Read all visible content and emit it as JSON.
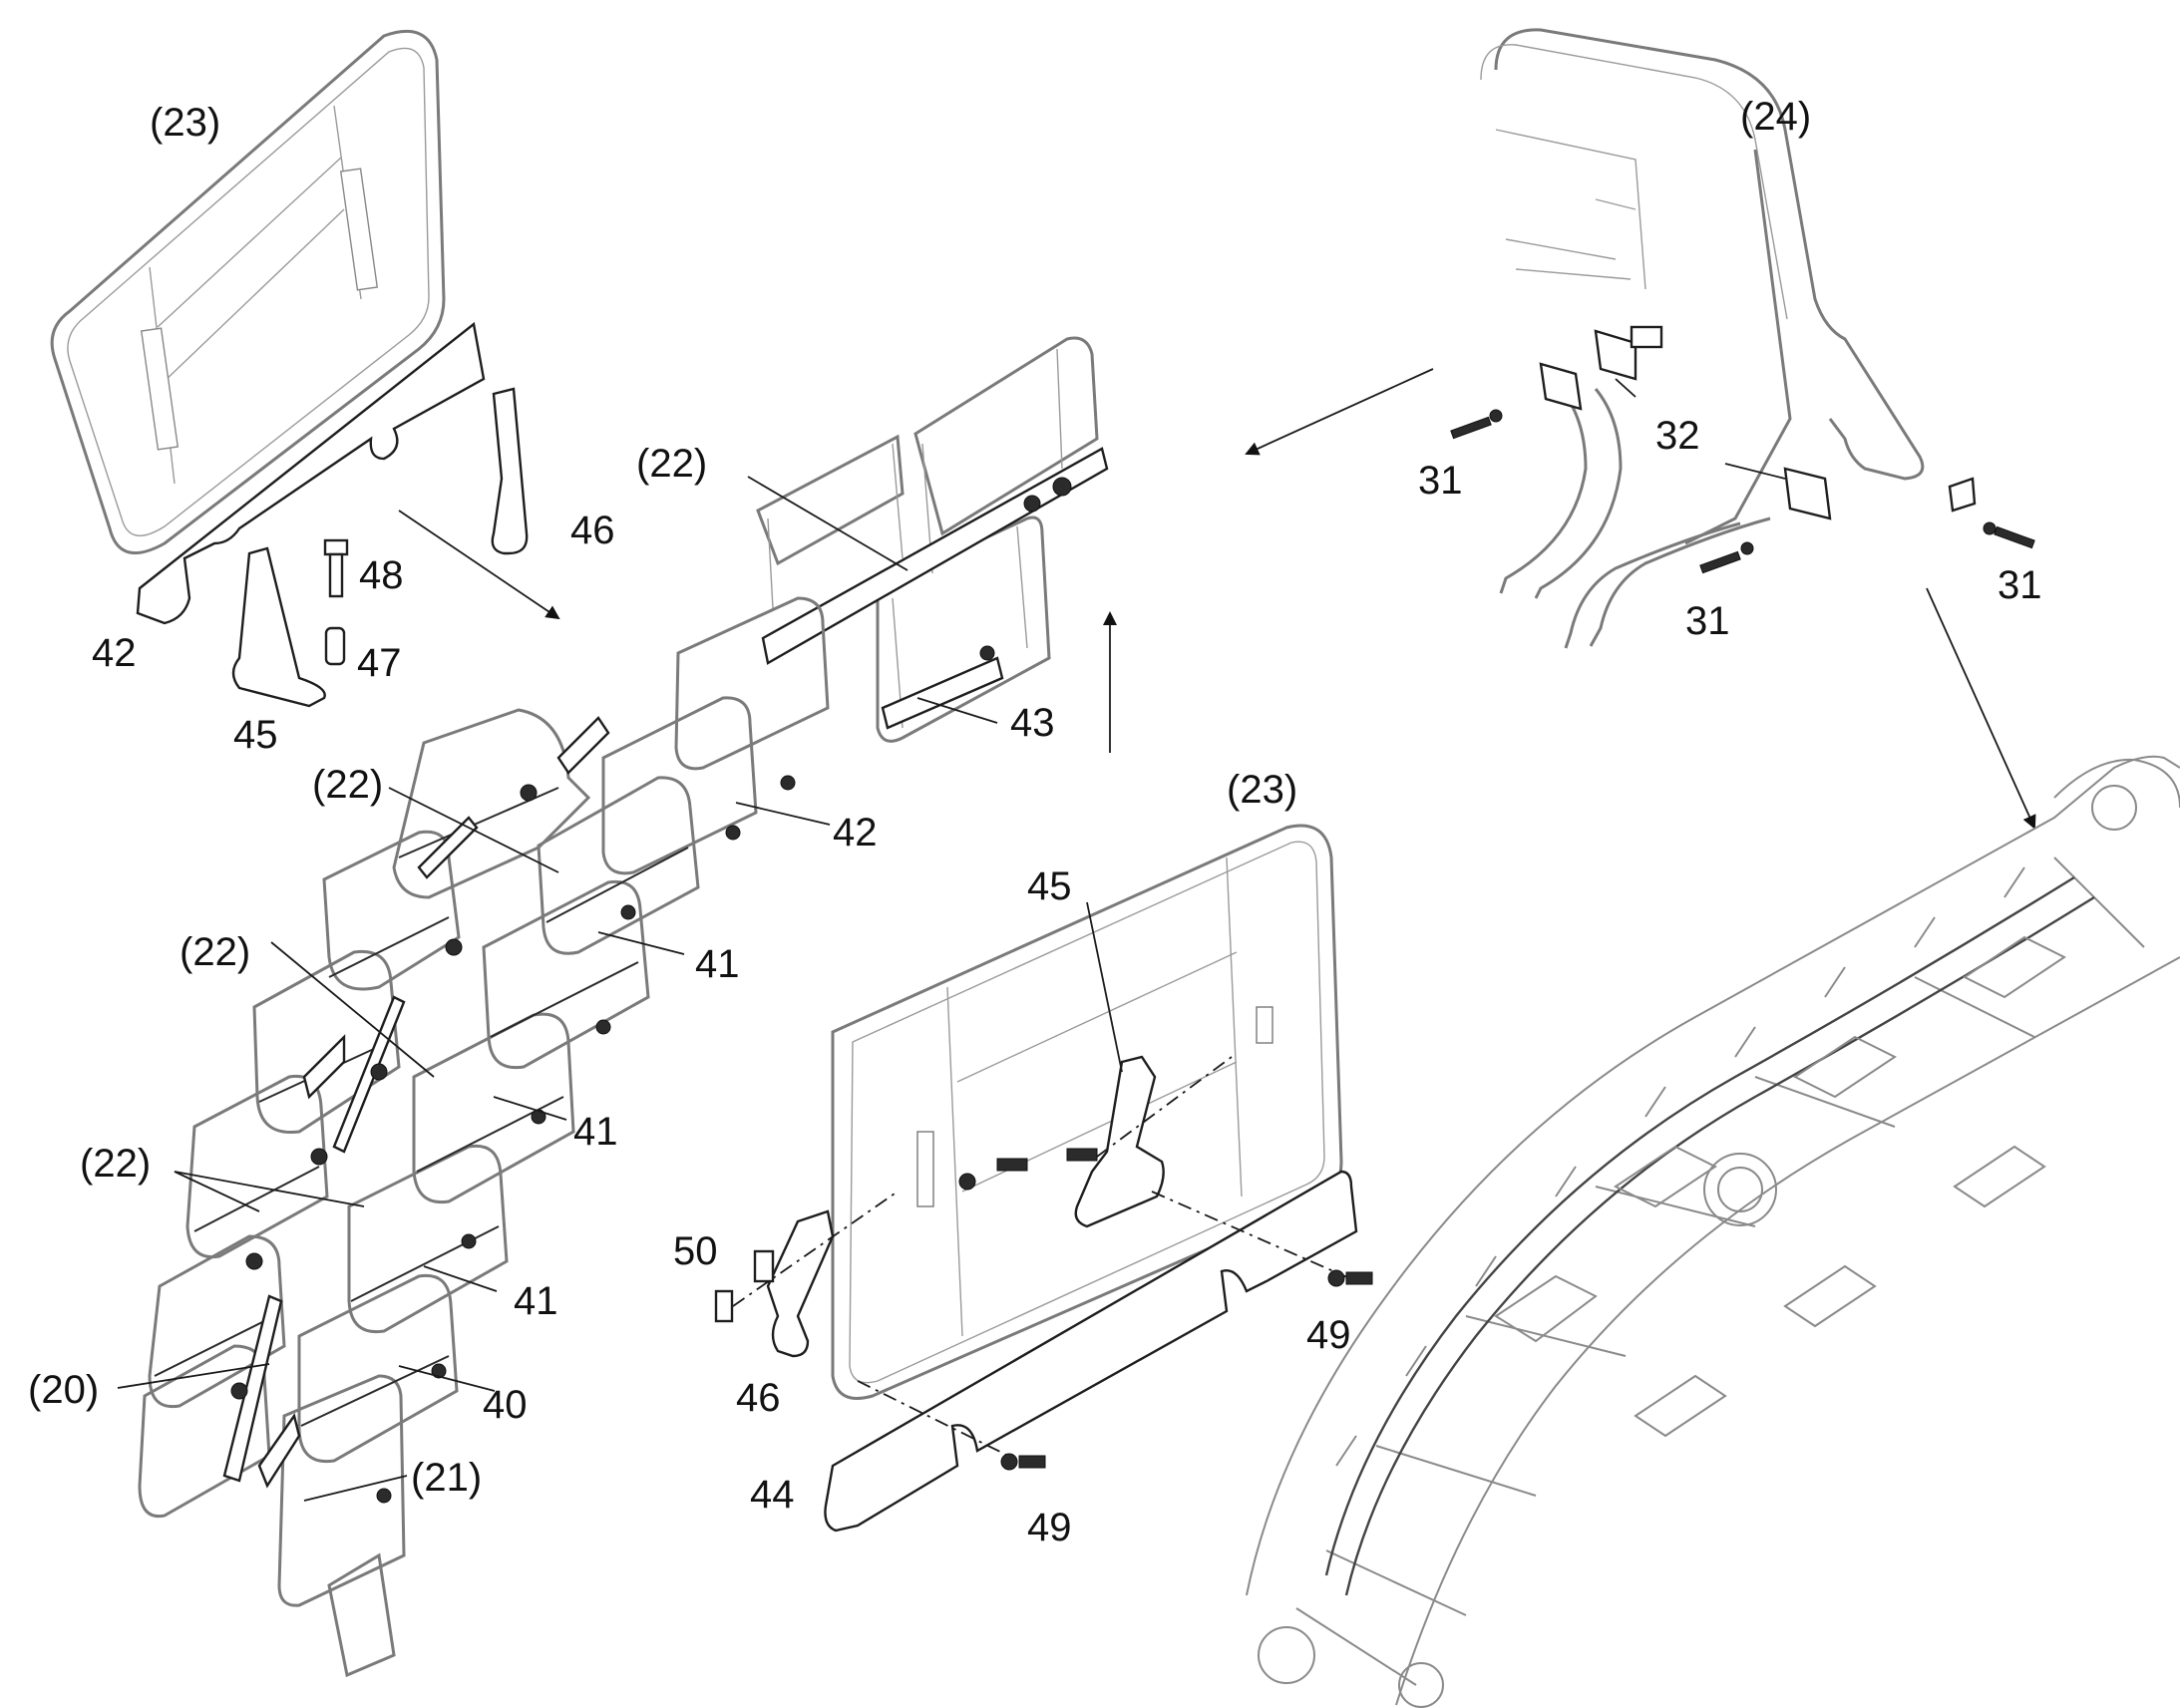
{
  "labels": {
    "l23a": "(23)",
    "l24": "(24)",
    "l22a": "(22)",
    "l22b": "(22)",
    "l22c": "(22)",
    "l22d": "(22)",
    "l23b": "(23)",
    "l20": "(20)",
    "l21": "(21)",
    "n42a": "42",
    "n45a": "45",
    "n46a": "46",
    "n48": "48",
    "n47": "47",
    "n43": "43",
    "n42b": "42",
    "n41a": "41",
    "n41b": "41",
    "n41c": "41",
    "n40": "40",
    "n45b": "45",
    "n50": "50",
    "n46b": "46",
    "n44": "44",
    "n49a": "49",
    "n49b": "49",
    "n31a": "31",
    "n32": "32",
    "n31b": "31",
    "n31c": "31"
  },
  "colors": {
    "ink": "#111111",
    "rail": "#7a7a7a",
    "background": "#ffffff"
  }
}
